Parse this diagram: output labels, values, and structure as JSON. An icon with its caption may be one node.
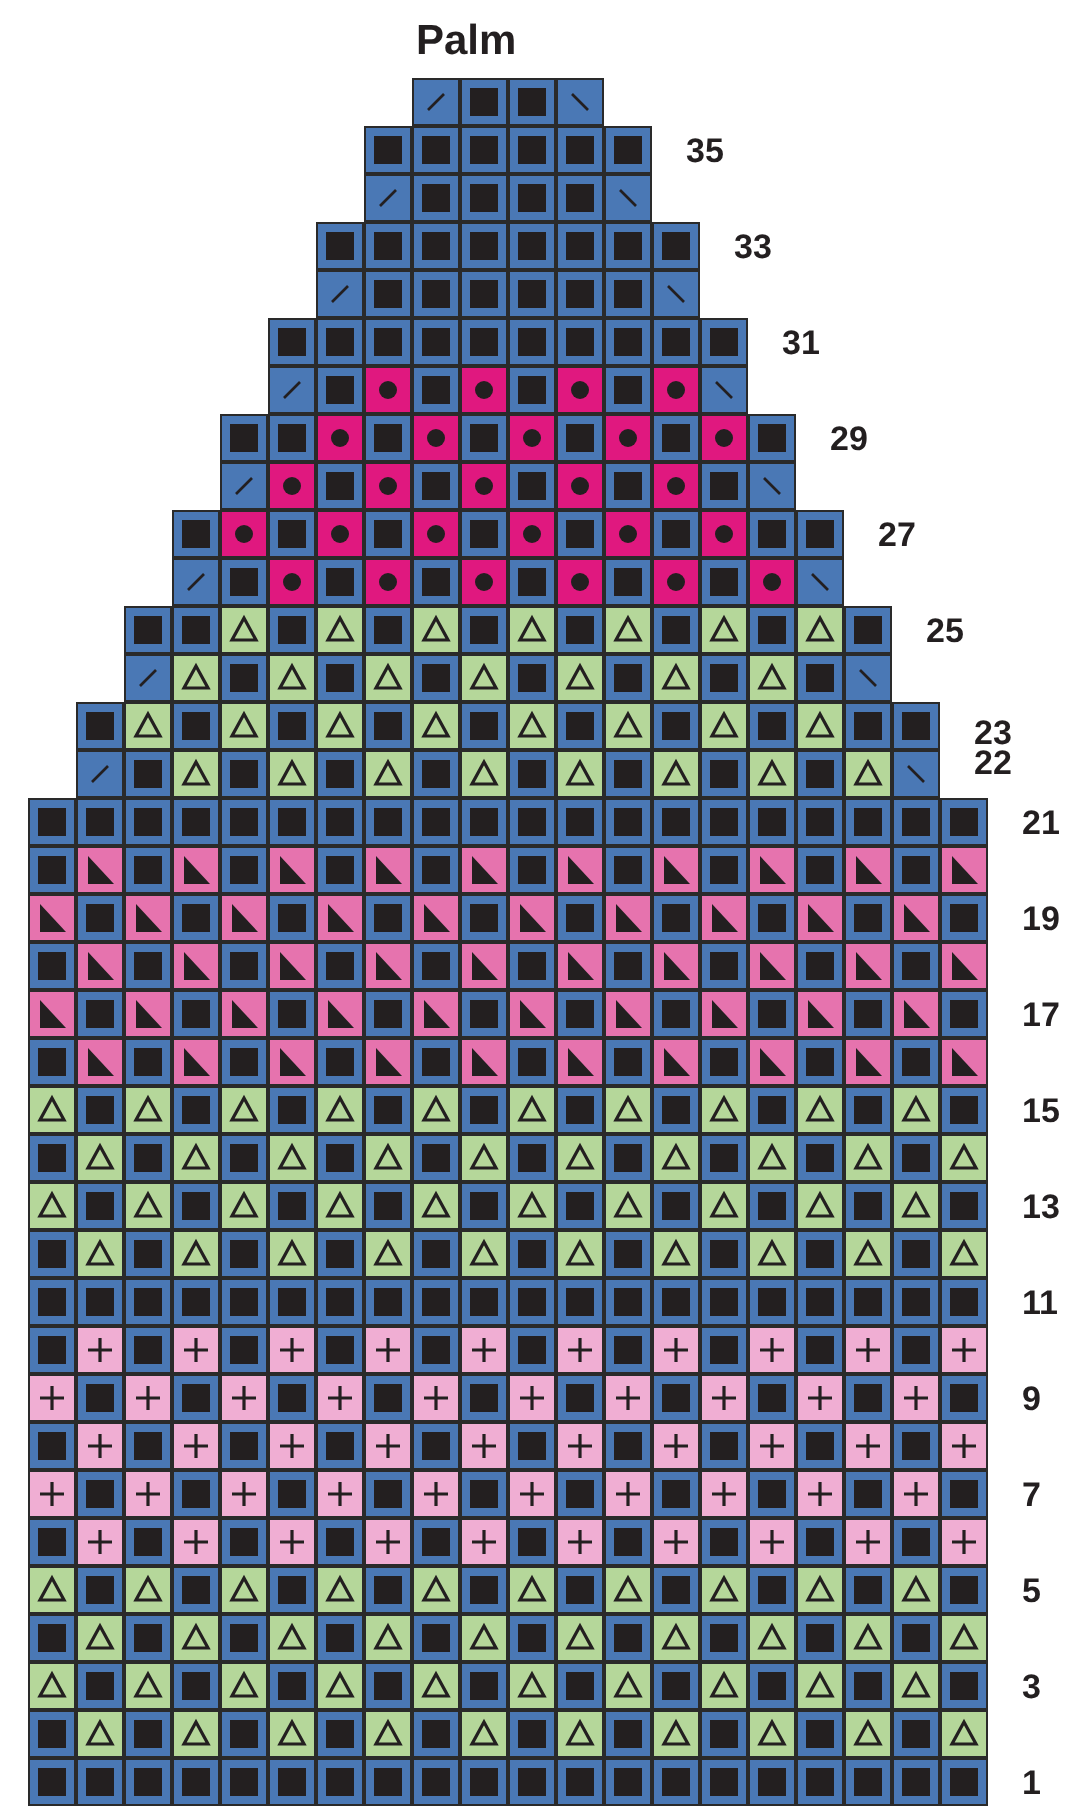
{
  "diagram": {
    "title": "Palm",
    "labels": [
      "35",
      "33",
      "31",
      "29",
      "27",
      "25",
      "23",
      "22",
      "21",
      "19",
      "17",
      "15",
      "13",
      "11",
      "9",
      "7",
      "5",
      "3",
      "1"
    ]
  }
}
